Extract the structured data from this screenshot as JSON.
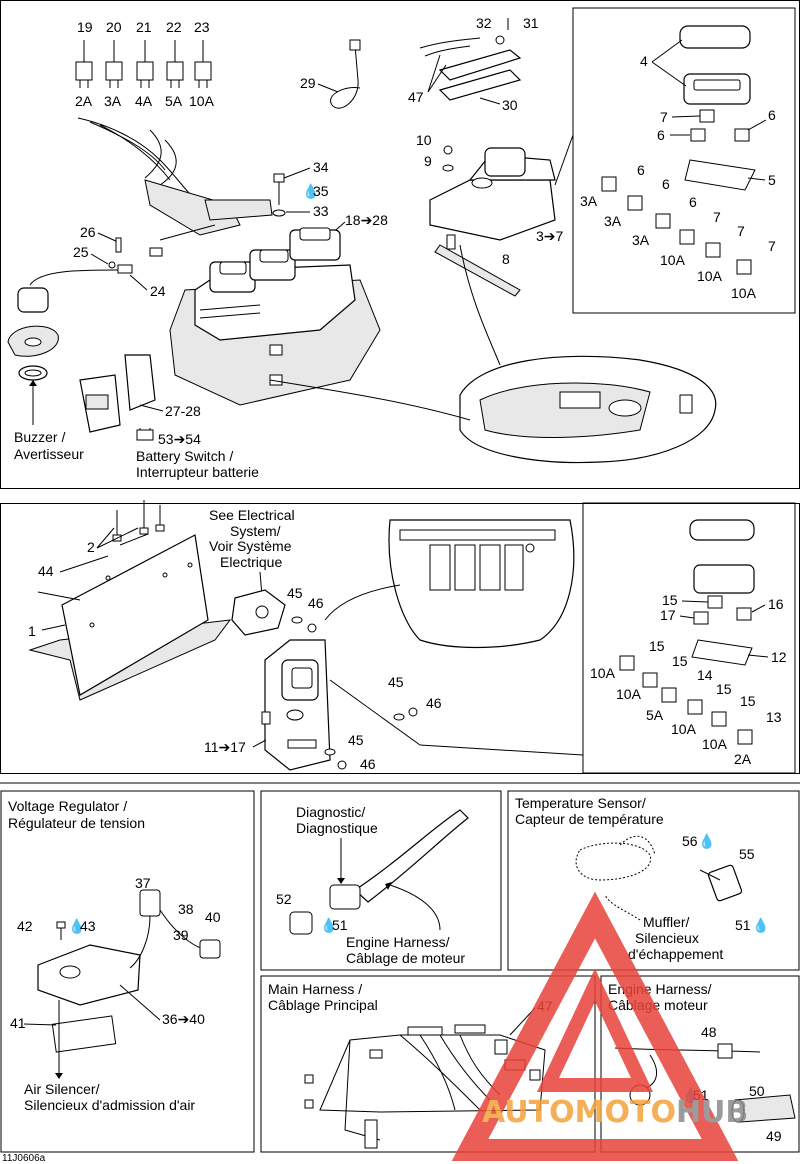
{
  "labels": {
    "f19": "19",
    "f20": "20",
    "f21": "21",
    "f22": "22",
    "f23": "23",
    "a2": "2A",
    "a3": "3A",
    "a4": "4A",
    "a5": "5A",
    "a10": "10A",
    "p29": "29",
    "p32": "32",
    "p31": "31",
    "p47a": "47",
    "p30": "30",
    "p4": "4",
    "p7a": "7",
    "p6a": "6",
    "p6b": "6",
    "p5": "5",
    "p6c": "6",
    "p6d": "6",
    "p6e": "6",
    "p7b": "7",
    "p7c": "7",
    "p7d": "7",
    "s3a": "3A",
    "s3b": "3A",
    "s3c": "3A",
    "s10a": "10A",
    "s10b": "10A",
    "s10c": "10A",
    "p10": "10",
    "p9": "9",
    "p37r": "3➔7",
    "p8": "8",
    "p34": "34",
    "p35": "35",
    "p33": "33",
    "p1828": "18➔28",
    "p26": "26",
    "p25": "25",
    "p24": "24",
    "p2728": "27-28",
    "p5354": "53➔54",
    "buzzer1": "Buzzer /",
    "buzzer2": "Avertisseur",
    "batt1": "Battery Switch /",
    "batt2": "Interrupteur batterie",
    "see1": "See Electrical",
    "see2": "System/",
    "see3": "Voir Système",
    "see4": "Electrique",
    "p2": "2",
    "p44": "44",
    "p1": "1",
    "p45a": "45",
    "p46a": "46",
    "p45b": "45",
    "p46b": "46",
    "p45c": "45",
    "p46c": "46",
    "p1117": "11➔17",
    "p15a": "15",
    "p17": "17",
    "p16": "16",
    "p12": "12",
    "p15b": "15",
    "p15c": "15",
    "p14": "14",
    "p15d": "15",
    "p15e": "15",
    "p13": "13",
    "t10a": "10A",
    "t10b": "10A",
    "t5a": "5A",
    "t10c": "10A",
    "t10d": "10A",
    "t2a": "2A",
    "vr1": "Voltage Regulator /",
    "vr2": "Régulateur de tension",
    "p37": "37",
    "p38": "38",
    "p42": "42",
    "p43": "43",
    "p40": "40",
    "p39": "39",
    "p3640": "36➔40",
    "p41": "41",
    "air1": "Air Silencer/",
    "air2": "Silencieux d'admission d'air",
    "dg1": "Diagnostic/",
    "dg2": "Diagnostique",
    "p52": "52",
    "p51a": "51",
    "eh1": "Engine Harness/",
    "eh2": "Câblage de moteur",
    "ts1": "Temperature Sensor/",
    "ts2": "Capteur de température",
    "p56": "56",
    "p55": "55",
    "p51b": "51",
    "mf1": "Muffler/",
    "mf2": "Silencieux",
    "mf3": "d'échappement",
    "mh1": "Main Harness /",
    "mh2": "Câblage Principal",
    "p47b": "47",
    "eh3": "Engine Harness/",
    "eh4": "Câblage moteur",
    "p48": "48",
    "p51c": "51",
    "p50": "50",
    "p49": "49",
    "ref": "11J0606a",
    "watermark": "AUTOMOTOHUB"
  },
  "colors": {
    "watermark_red": "#e8433a",
    "watermark_orange": "#f3a23a",
    "watermark_grey": "#8a8a8a"
  }
}
